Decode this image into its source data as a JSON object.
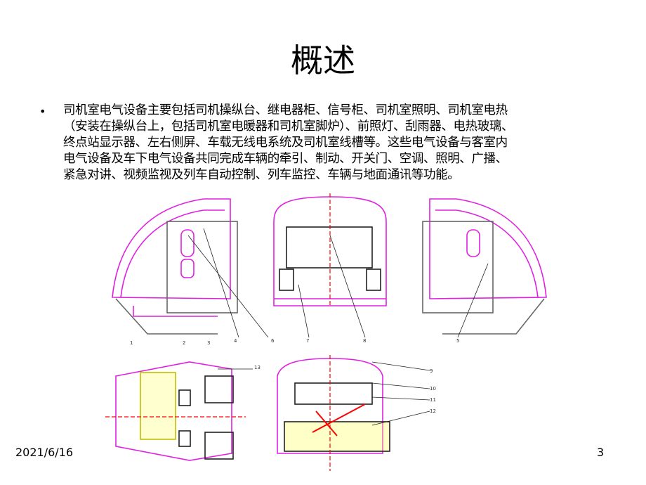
{
  "slide": {
    "title": "概述",
    "bullet_symbol": "•",
    "body_lines": [
      "司机室电气设备主要包括司机操纵台、继电器柜、信号柜、司机室照明、司机室电热",
      "（安装在操纵台上，包括司机室电暖器和司机室脚炉）、前照灯、刮雨器、电热玻璃、",
      "终点站显示器、左右侧屏、车载无线电系统及司机室线槽等。这些电气设备与客室内",
      "电气设备及车下电气设备共同完成车辆的牵引、制动、开关门、空调、照明、广播、",
      "紧急对讲、视频监视及列车自动控制、列车监控、车辆与地面通讯等功能。"
    ],
    "date": "2021/6/16",
    "page_number": "3"
  },
  "diagram": {
    "callouts": [
      "1",
      "2",
      "3",
      "4",
      "5",
      "6",
      "7",
      "8",
      "9",
      "10",
      "11",
      "12",
      "13"
    ],
    "colors": {
      "outline": "#e020e0",
      "yellow": "#ffff60",
      "red": "#ff0000",
      "line": "#222222"
    }
  }
}
